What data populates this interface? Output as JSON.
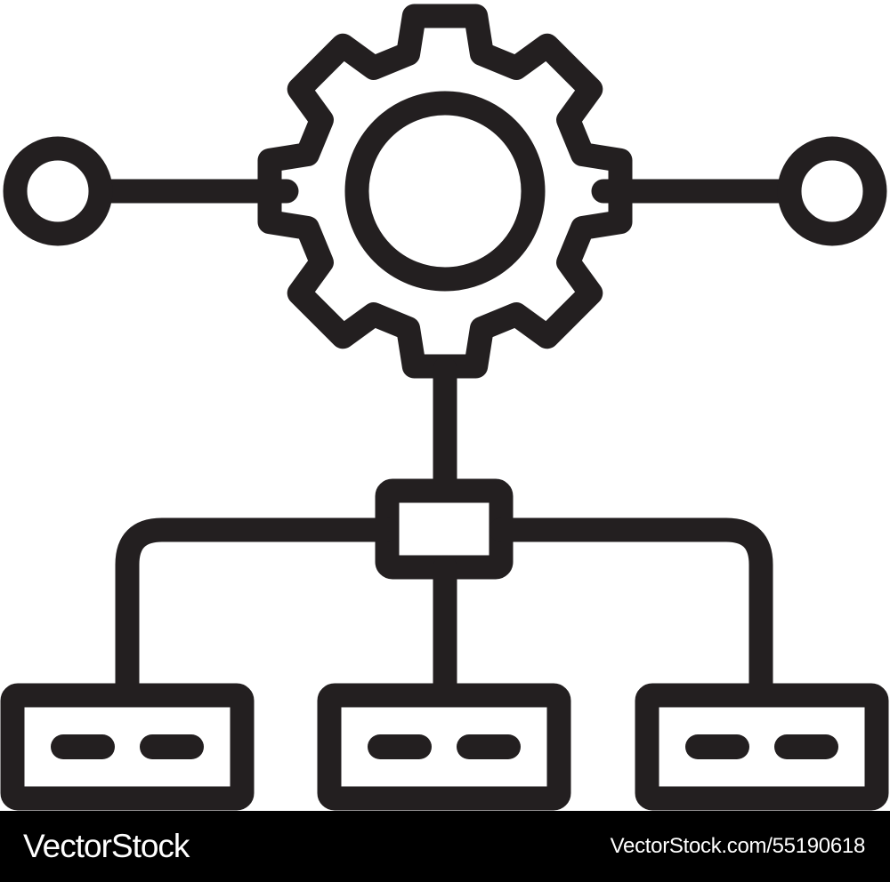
{
  "colors": {
    "background": "#ffffff",
    "line": "#231f20",
    "footer_bg": "#000000",
    "footer_text": "#ffffff"
  },
  "diagram": {
    "icon": "gear-network-hierarchy-icon",
    "gear_teeth": 8,
    "side_nodes": 2,
    "child_boxes": 3,
    "dashes_per_box": 2
  },
  "footer": {
    "brand": "VectorStock",
    "image_id": "VectorStock.com/55190618"
  }
}
